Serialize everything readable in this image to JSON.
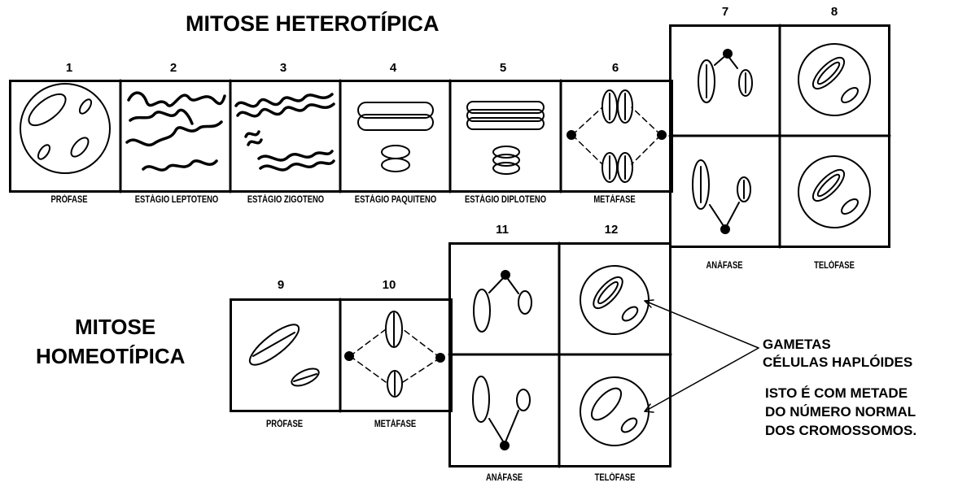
{
  "titles": {
    "heterotipica": "MITOSE  HETEROTÍPICA",
    "homeotipica_line1": "MITOSE",
    "homeotipica_line2": "HOMEOTÍPICA"
  },
  "stages": {
    "s1": {
      "num": "1",
      "label": "PRÓFASE"
    },
    "s2": {
      "num": "2",
      "label": "ESTÁGIO LEPTOTENO"
    },
    "s3": {
      "num": "3",
      "label": "ESTÁGIO ZIGOTENO"
    },
    "s4": {
      "num": "4",
      "label": "ESTÁGIO PAQUITENO"
    },
    "s5": {
      "num": "5",
      "label": "ESTÁGIO DIPLOTENO"
    },
    "s6": {
      "num": "6",
      "label": "METÁFASE"
    },
    "s7": {
      "num": "7",
      "label": "ANÁFASE"
    },
    "s8": {
      "num": "8",
      "label": "TELÓFASE"
    },
    "s9": {
      "num": "9",
      "label": "PRÓFASE"
    },
    "s10": {
      "num": "10",
      "label": "METÁFASE"
    },
    "s11": {
      "num": "11",
      "label": "ANÁFASE"
    },
    "s12": {
      "num": "12",
      "label": "TELÓFASE"
    }
  },
  "notes": {
    "gametas": "GAMETAS",
    "celulas": "CÉLULAS HAPLÓIDES",
    "isto1": "ISTO É COM METADE",
    "isto2": "DO NÚMERO NORMAL",
    "isto3": "DOS CROMOSSOMOS."
  }
}
